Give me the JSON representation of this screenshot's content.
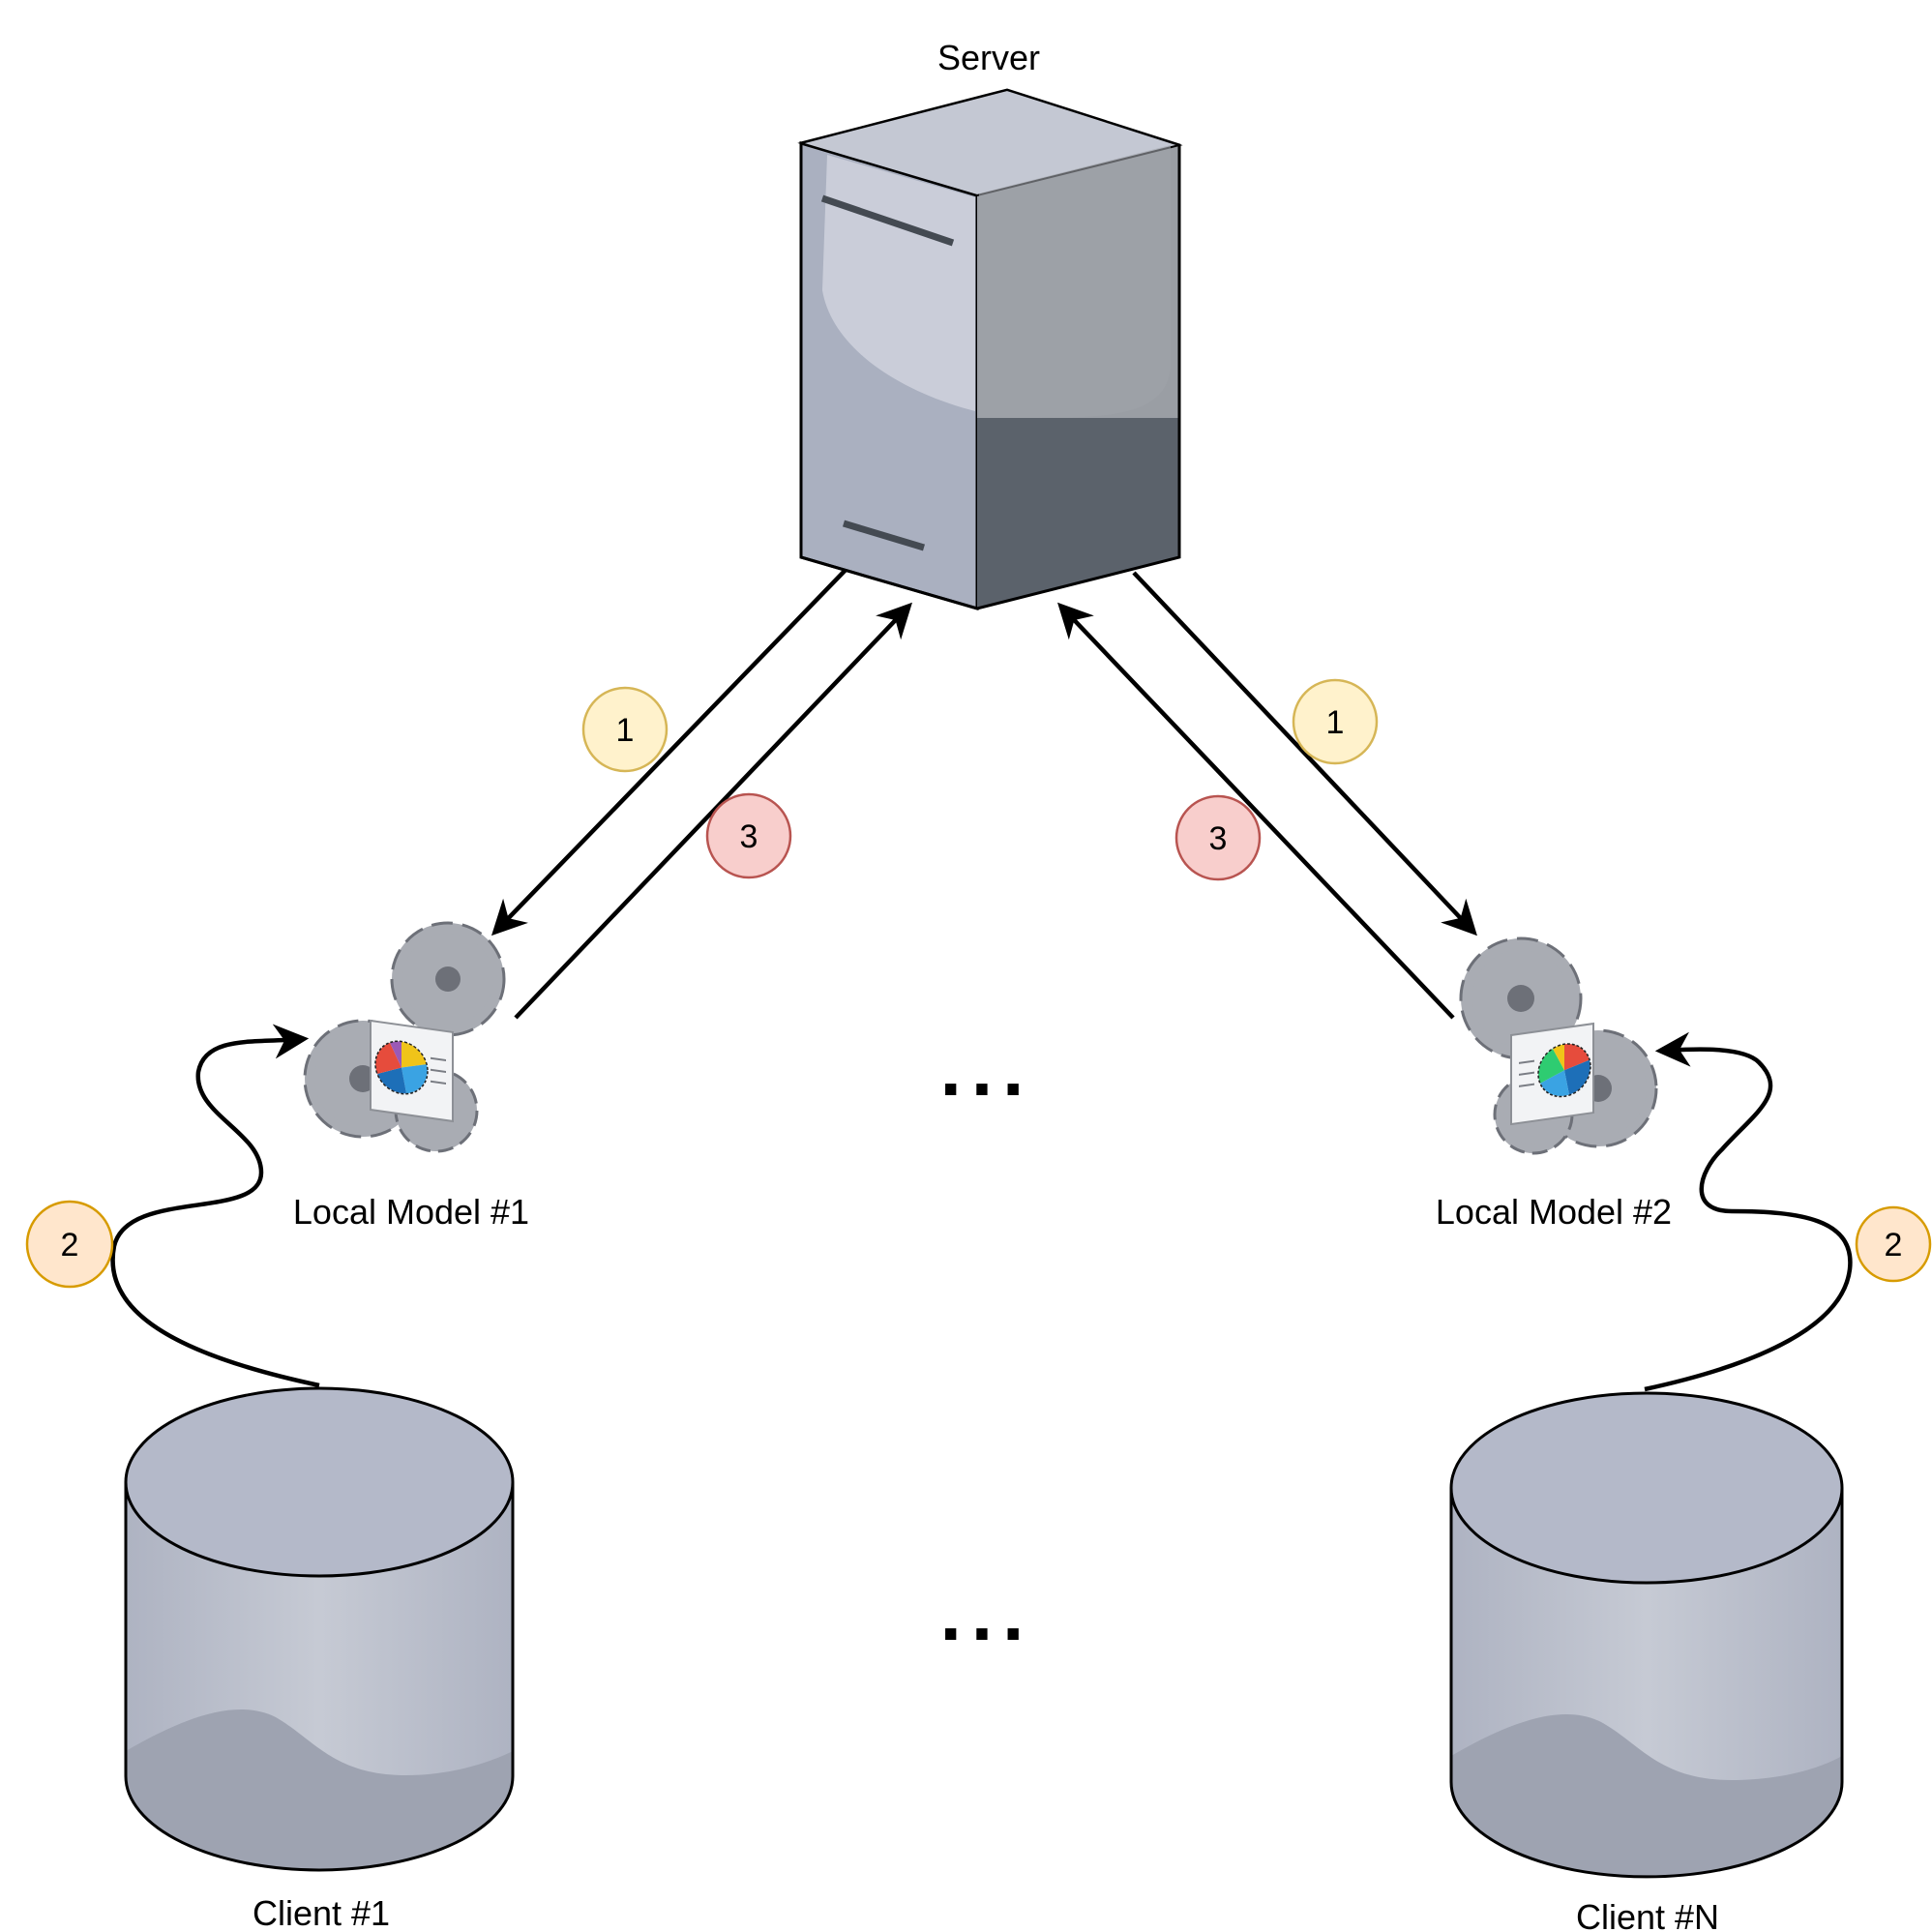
{
  "nodes": {
    "server": {
      "label": "Server"
    },
    "local_model_1": {
      "label": "Local Model #1"
    },
    "local_model_2": {
      "label": "Local Model #2"
    },
    "client_1": {
      "label": "Client #1"
    },
    "client_n": {
      "label": "Client #N"
    }
  },
  "badges": {
    "step1_left": {
      "text": "1"
    },
    "step1_right": {
      "text": "1"
    },
    "step2_left": {
      "text": "2"
    },
    "step2_right": {
      "text": "2"
    },
    "step3_left": {
      "text": "3"
    },
    "step3_right": {
      "text": "3"
    }
  },
  "ellipsis": {
    "models": "...",
    "clients": "..."
  },
  "colors": {
    "step1_fill": "#fff2cc",
    "step1_stroke": "#d6b656",
    "step2_fill": "#ffe6cc",
    "step2_stroke": "#d79b00",
    "step3_fill": "#f8cecc",
    "step3_stroke": "#b85450",
    "device_gray": "#aab0c0",
    "gear_gray": "#a9acb3"
  },
  "icons": {
    "server": "server-tower-icon",
    "model": "gears-with-pie-chart-icon",
    "client": "database-cylinder-icon"
  }
}
